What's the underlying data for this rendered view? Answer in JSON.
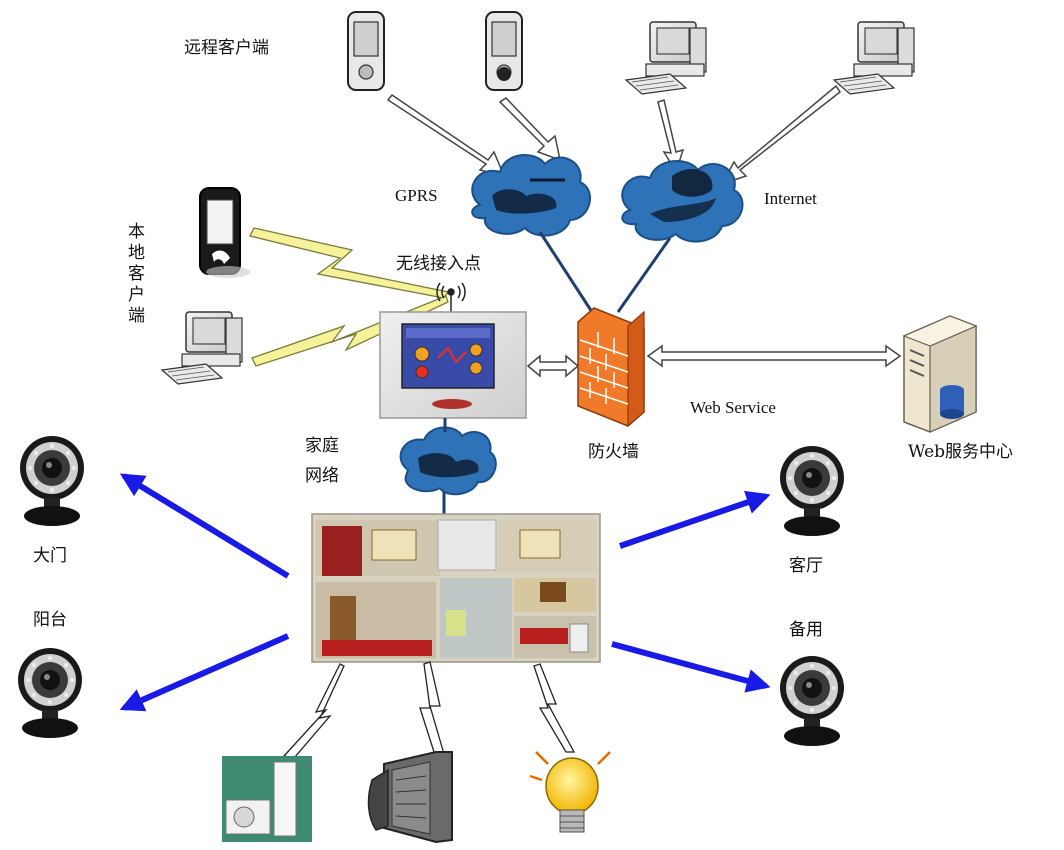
{
  "labels": {
    "remote_clients": "远程客户端",
    "gprs": "GPRS",
    "internet": "Internet",
    "local_clients": "本地客户端",
    "wireless_ap": "无线接入点",
    "firewall": "防火墙",
    "web_service": "Web Service",
    "web_center": "Web服务中心",
    "home_network_1": "家庭",
    "home_network_2": "网络",
    "cam_gate": "大门",
    "cam_balcony": "阳台",
    "cam_living": "客厅",
    "cam_spare": "备用"
  },
  "colors": {
    "cloud": "#2e72b8",
    "line": "#1f3f73",
    "arrow": "#1a1ae6",
    "bolt": "#f5f29a",
    "wall": "#f07a2a"
  },
  "icons": [
    "pda-icon",
    "computer-icon",
    "cloud-icon",
    "firewall-icon",
    "server-icon",
    "webcam-icon",
    "control-panel-icon",
    "house-floorplan-icon",
    "air-conditioner-icon",
    "tv-icon",
    "light-bulb-icon"
  ]
}
